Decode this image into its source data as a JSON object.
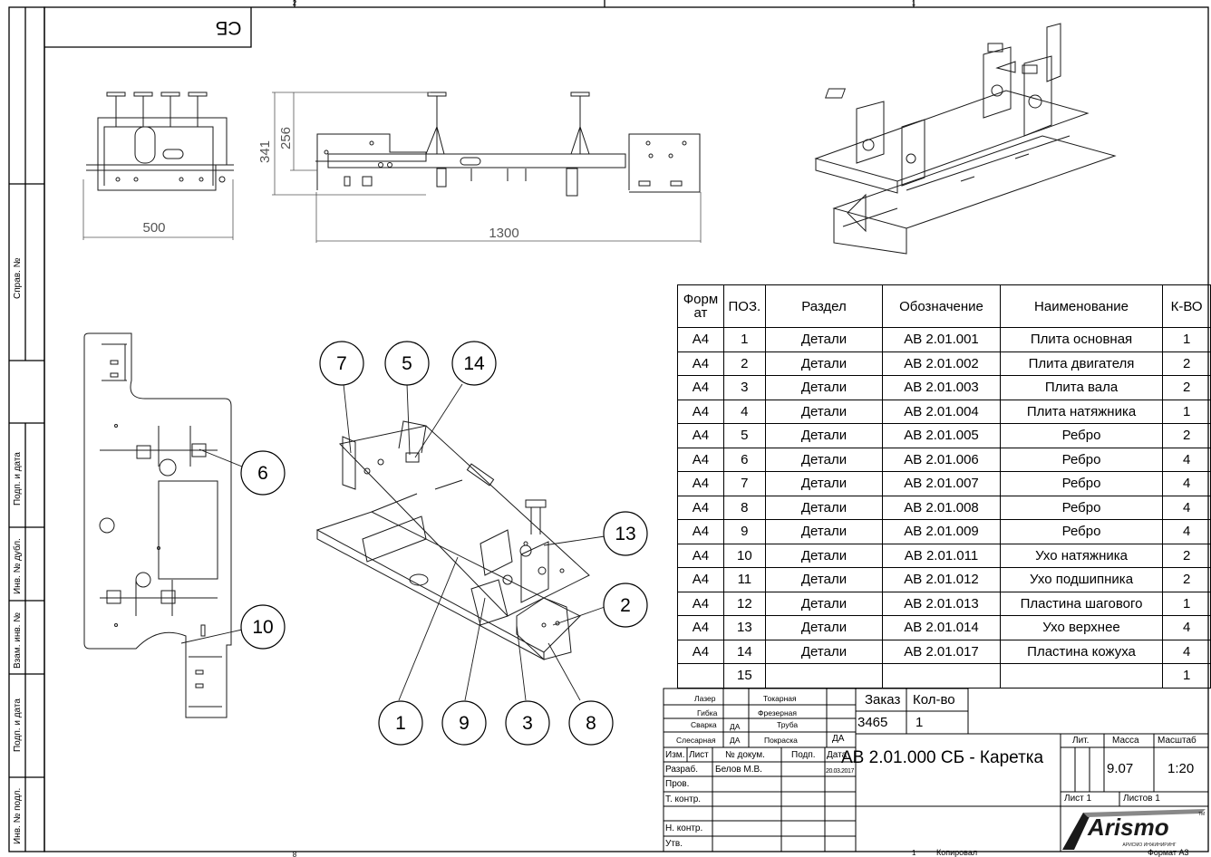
{
  "sheet": {
    "corner_stamp": "СБ",
    "top_marks": [
      "2",
      "1"
    ],
    "bottom_mark": "8",
    "side_labels": [
      "Справ. №",
      "Подп. и дата",
      "Инв. № дубл.",
      "Взам. инв. №",
      "Подп. и дата",
      "Инв. № подл."
    ]
  },
  "dimensions": {
    "width_front": "500",
    "height_total": "341",
    "height_inner": "256",
    "length_total": "1300"
  },
  "callouts": [
    "7",
    "5",
    "14",
    "6",
    "13",
    "2",
    "10",
    "1",
    "9",
    "3",
    "8"
  ],
  "spec_table": {
    "headers": [
      "Формат",
      "ПОЗ.",
      "Раздел",
      "Обозначение",
      "Наименование",
      "К-ВО"
    ],
    "header_format_lines": [
      "Форм",
      "ат"
    ],
    "rows": [
      [
        "А4",
        "1",
        "Детали",
        "АВ 2.01.001",
        "Плита основная",
        "1"
      ],
      [
        "А4",
        "2",
        "Детали",
        "АВ 2.01.002",
        "Плита двигателя",
        "2"
      ],
      [
        "А4",
        "3",
        "Детали",
        "АВ 2.01.003",
        "Плита вала",
        "2"
      ],
      [
        "А4",
        "4",
        "Детали",
        "АВ 2.01.004",
        "Плита натяжника",
        "1"
      ],
      [
        "А4",
        "5",
        "Детали",
        "АВ 2.01.005",
        "Ребро",
        "2"
      ],
      [
        "А4",
        "6",
        "Детали",
        "АВ 2.01.006",
        "Ребро",
        "4"
      ],
      [
        "А4",
        "7",
        "Детали",
        "АВ 2.01.007",
        "Ребро",
        "4"
      ],
      [
        "А4",
        "8",
        "Детали",
        "АВ 2.01.008",
        "Ребро",
        "4"
      ],
      [
        "А4",
        "9",
        "Детали",
        "АВ 2.01.009",
        "Ребро",
        "4"
      ],
      [
        "А4",
        "10",
        "Детали",
        "АВ 2.01.011",
        "Ухо натяжника",
        "2"
      ],
      [
        "А4",
        "11",
        "Детали",
        "АВ 2.01.012",
        "Ухо подшипника",
        "2"
      ],
      [
        "А4",
        "12",
        "Детали",
        "АВ 2.01.013",
        "Пластина шагового",
        "1"
      ],
      [
        "А4",
        "13",
        "Детали",
        "АВ 2.01.014",
        "Ухо верхнее",
        "4"
      ],
      [
        "А4",
        "14",
        "Детали",
        "АВ 2.01.017",
        "Пластина кожуха",
        "4"
      ],
      [
        "",
        "15",
        "",
        "",
        "",
        "1"
      ]
    ]
  },
  "process_table": {
    "rows": [
      [
        "Лазер",
        "",
        "Токарная",
        ""
      ],
      [
        "Гибка",
        "",
        "Фрезерная",
        ""
      ],
      [
        "Сварка",
        "ДА",
        "Труба",
        ""
      ],
      [
        "Слесарная",
        "ДА",
        "Покраска",
        "ДА"
      ]
    ]
  },
  "order": {
    "order_label": "Заказ",
    "qty_label": "Кол-во",
    "order_value": "3465",
    "qty_value": "1"
  },
  "title_block": {
    "col_headers": [
      "Изм.",
      "Лист",
      "№ докум.",
      "Подп.",
      "Дата"
    ],
    "rows": [
      "Разраб.",
      "Пров.",
      "Т. контр.",
      "",
      "Н. контр.",
      "Утв."
    ],
    "developer": "Белов М.В.",
    "date": "20.03.2017",
    "designation": "АВ 2.01.000 СБ - Каретка",
    "lit_label": "Лит.",
    "mass_label": "Масса",
    "scale_label": "Масштаб",
    "mass_value": "9.07",
    "scale_value": "1:20",
    "sheet_label": "Лист 1",
    "sheets_label": "Листов 1",
    "logo_text": "Arismo",
    "tm": "TM",
    "logo_tagline": "АРИСМО ИНЖИНИРИНГ",
    "bottom_left": "1",
    "copied_label": "Копировал",
    "format_label": "Формат А3"
  },
  "colors": {
    "line": "#000000",
    "drawing": "#1a1a1a",
    "dimension": "#555555"
  }
}
